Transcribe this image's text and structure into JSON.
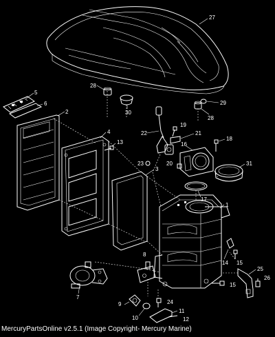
{
  "footer": {
    "text": "MercuryPartsOnline v2.5.1 (Image Copyright- Mercury Marine)"
  },
  "callouts": {
    "c1": "1",
    "c2": "2",
    "c3": "3",
    "c4": "4",
    "c5": "5",
    "c6": "6",
    "c7": "7",
    "c8": "8",
    "c9": "9",
    "c10": "10",
    "c11": "11",
    "c12": "12",
    "c13": "13",
    "c14": "14",
    "c15a": "15",
    "c15b": "15",
    "c16": "16",
    "c17": "17",
    "c18": "18",
    "c19": "19",
    "c20": "20",
    "c21": "21",
    "c22": "22",
    "c23": "23",
    "c24": "24",
    "c25": "25",
    "c26": "26",
    "c27": "27",
    "c28a": "28",
    "c28b": "28",
    "c29": "29",
    "c30": "30",
    "c31": "31"
  }
}
